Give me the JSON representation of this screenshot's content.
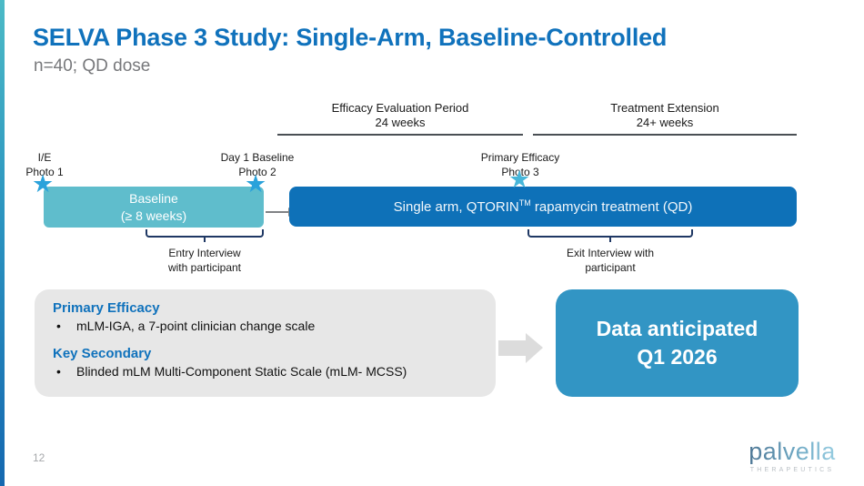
{
  "header": {
    "title": "SELVA Phase 3 Study: Single-Arm, Baseline-Controlled",
    "subtitle": "n=40; QD dose"
  },
  "timeline": {
    "periods": [
      {
        "name": "Efficacy Evaluation Period",
        "duration": "24 weeks"
      },
      {
        "name": "Treatment Extension",
        "duration": "24+ weeks"
      }
    ],
    "milestones": [
      {
        "line1": "I/E",
        "line2": "Photo 1"
      },
      {
        "line1": "Day 1 Baseline",
        "line2": "Photo 2"
      },
      {
        "line1": "Primary Efficacy",
        "line2": "Photo 3"
      }
    ],
    "baseline_box": {
      "line1": "Baseline",
      "line2": "(≥ 8 weeks)"
    },
    "treatment_box": {
      "pre": "Single arm, QTORIN",
      "sup": "TM",
      "post": " rapamycin treatment (QD)"
    },
    "braces": [
      {
        "label_line1": "Entry Interview",
        "label_line2": "with participant"
      },
      {
        "label_line1": "Exit Interview with",
        "label_line2": "participant"
      }
    ]
  },
  "endpoints": {
    "primary_heading": "Primary Efficacy",
    "primary_bullet": "mLM-IGA, a 7-point clinician change scale",
    "secondary_heading": "Key Secondary",
    "secondary_bullet": "Blinded mLM Multi-Component Static Scale (mLM- MCSS)",
    "bullet_glyph": "•"
  },
  "cta": {
    "line1": "Data anticipated",
    "line2": "Q1 2026"
  },
  "footer": {
    "page_number": "12",
    "logo_word": "palvella",
    "logo_sub": "THERAPEUTICS"
  },
  "icons": {
    "star_glyph": "★"
  },
  "colors": {
    "title_blue": "#1072bc",
    "baseline_teal": "#5fbdcc",
    "treatment_blue": "#0e71b8",
    "cta_blue": "#3295c4",
    "star_blue": "#2aa2db",
    "star_light_blue": "#47b6d9",
    "brace_navy": "#1f3864",
    "panel_gray": "#e7e7e7",
    "arrow_gray": "#dcdcdc"
  }
}
